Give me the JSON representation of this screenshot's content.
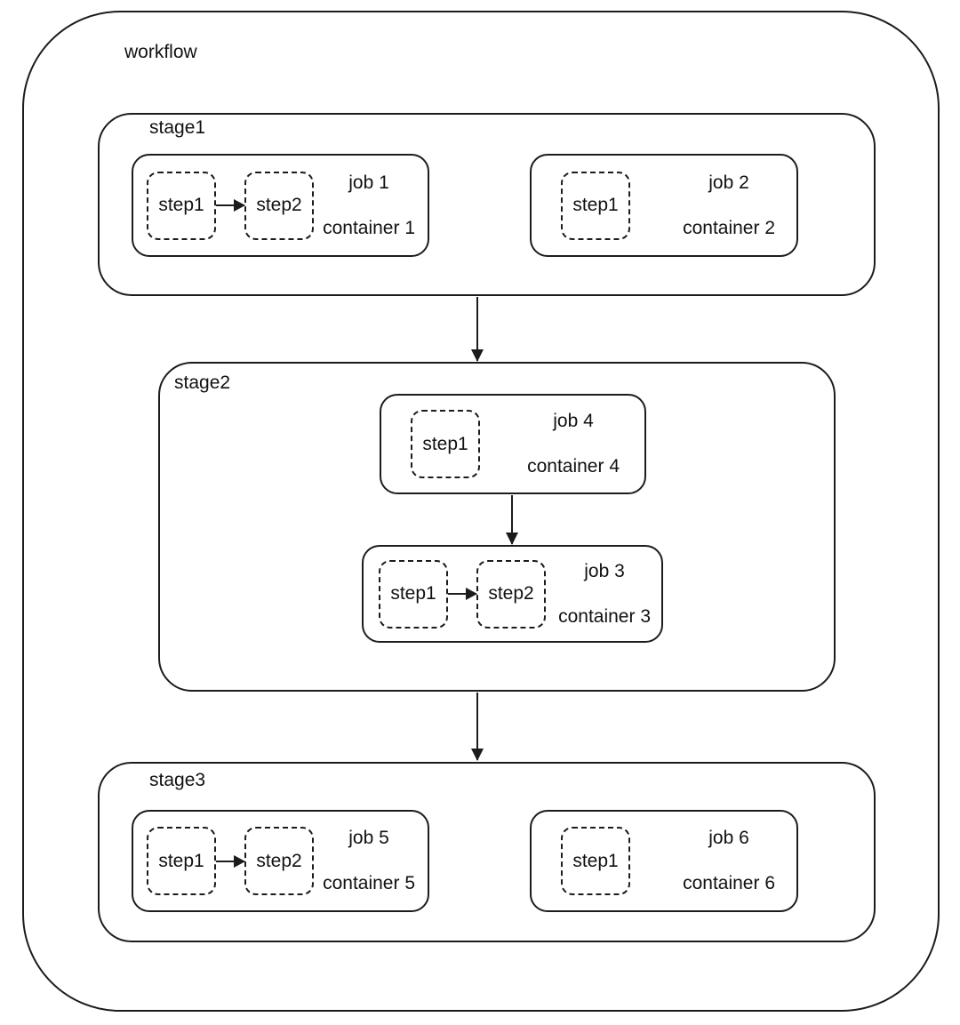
{
  "workflow": {
    "label": "workflow",
    "colors": {
      "stroke": "#1c1c1c",
      "background": "#ffffff",
      "text": "#111111"
    },
    "stages": [
      {
        "label": "stage1",
        "jobs": [
          {
            "name": "job 1",
            "container": "container 1",
            "steps": [
              "step1",
              "step2"
            ]
          },
          {
            "name": "job 2",
            "container": "container 2",
            "steps": [
              "step1"
            ]
          }
        ]
      },
      {
        "label": "stage2",
        "jobs": [
          {
            "name": "job 4",
            "container": "container 4",
            "steps": [
              "step1"
            ]
          },
          {
            "name": "job 3",
            "container": "container 3",
            "steps": [
              "step1",
              "step2"
            ]
          }
        ]
      },
      {
        "label": "stage3",
        "jobs": [
          {
            "name": "job 5",
            "container": "container 5",
            "steps": [
              "step1",
              "step2"
            ]
          },
          {
            "name": "job 6",
            "container": "container 6",
            "steps": [
              "step1"
            ]
          }
        ]
      }
    ],
    "connections": [
      {
        "from": "stage1",
        "to": "stage2"
      },
      {
        "from": "job 4",
        "to": "job 3"
      },
      {
        "from": "stage2",
        "to": "stage3"
      }
    ]
  }
}
